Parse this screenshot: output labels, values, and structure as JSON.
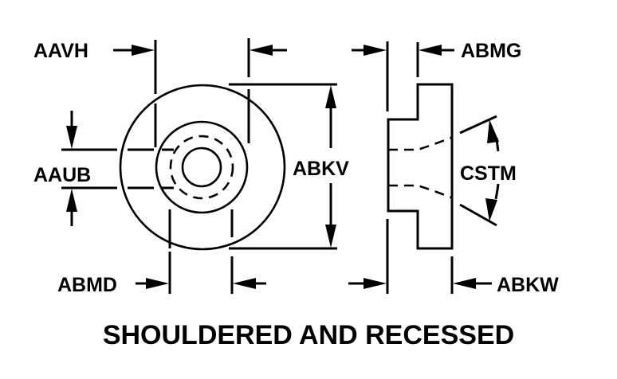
{
  "title": "SHOULDERED AND RECESSED",
  "colors": {
    "ink": "#000000",
    "background": "#ffffff"
  },
  "views": {
    "front_view": {
      "description": "circular front view with concentric circles and hidden counterbore"
    },
    "side_view": {
      "description": "side profile showing shoulder and conical recess"
    }
  },
  "dimensions": {
    "aavh": {
      "label": "AAVH",
      "meaning": "width across flats (horizontal, top of front view)"
    },
    "aaub": {
      "label": "AAUB",
      "meaning": "vertical dimension (left of front view)"
    },
    "abkv": {
      "label": "ABKV",
      "meaning": "outside diameter (vertical)"
    },
    "abmd": {
      "label": "ABMD",
      "meaning": "horizontal dimension (bottom of front view)"
    },
    "abmg": {
      "label": "ABMG",
      "meaning": "shoulder length (top of side view)"
    },
    "abkw": {
      "label": "ABKW",
      "meaning": "overall length (bottom of side view)"
    },
    "cstm": {
      "label": "CSTM",
      "meaning": "recess angle"
    }
  }
}
